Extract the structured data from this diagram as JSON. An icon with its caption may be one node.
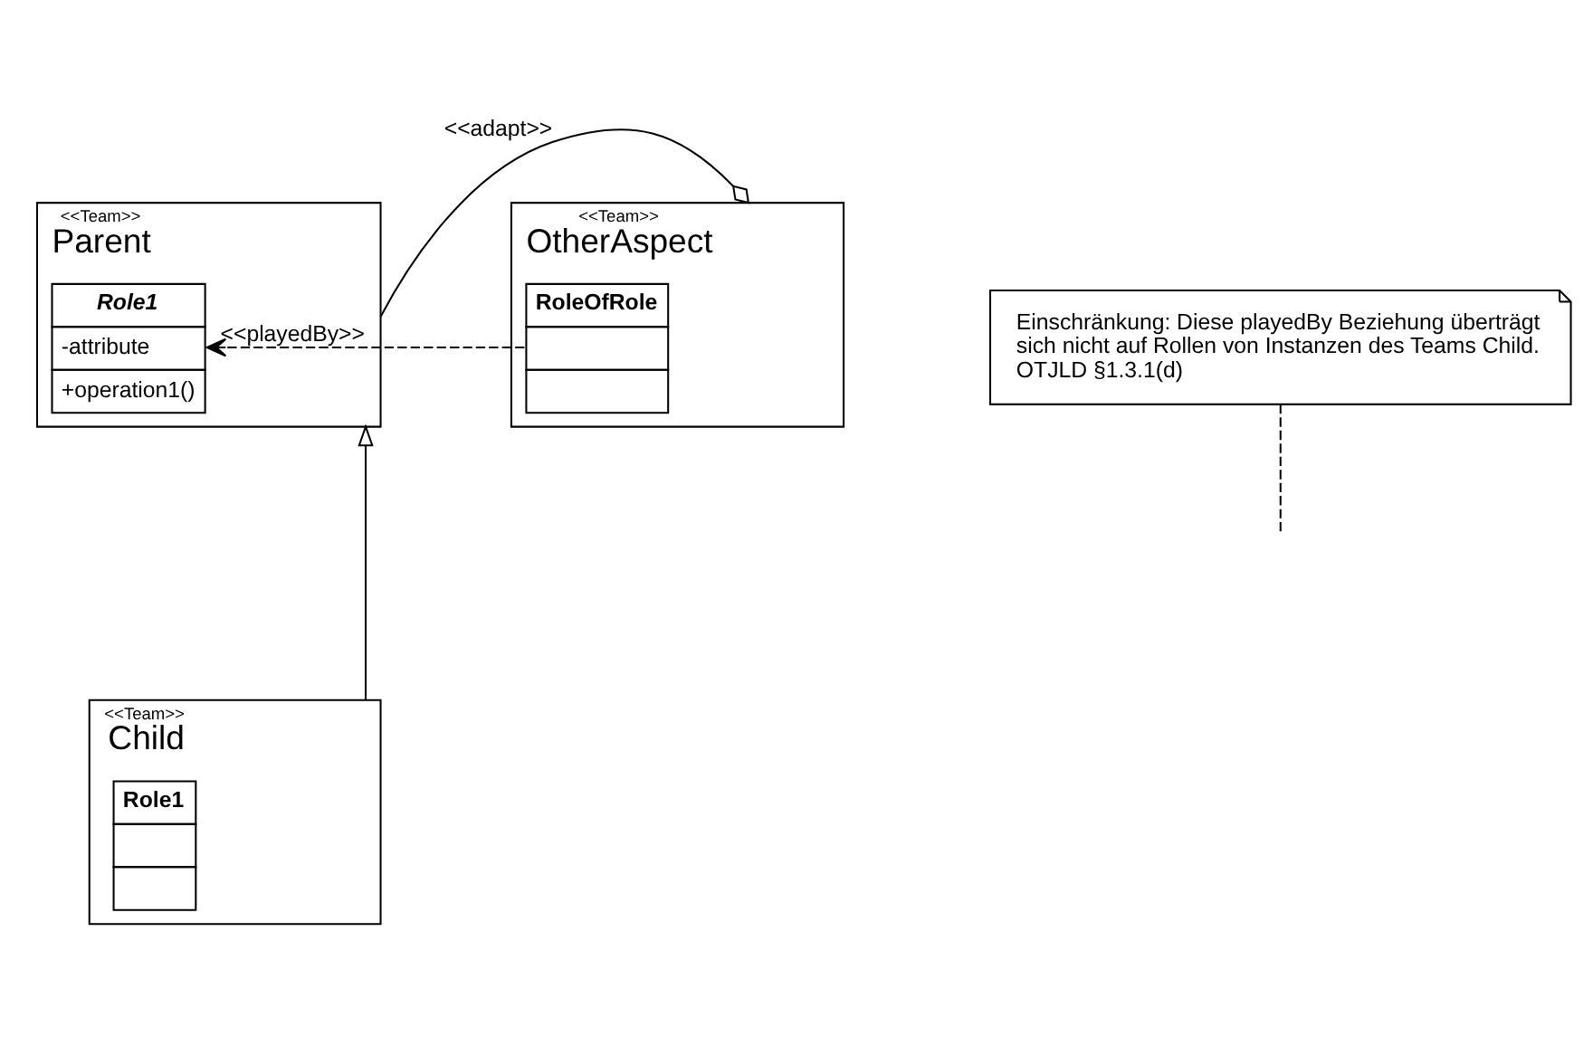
{
  "diagram": {
    "nodes": [
      {
        "text": [
          "<<Team>>",
          "Parent"
        ]
      },
      {
        "text": [
          "Role1",
          "-attribute",
          "+operation1()"
        ],
        "in": 0
      },
      {
        "text": [
          "<<Team>>",
          "OtherAspect"
        ]
      },
      {
        "text": [
          "RoleOfRole"
        ],
        "in": 2
      },
      {
        "text": [
          "<<Team>>",
          "Child"
        ]
      },
      {
        "text": [
          "Role1"
        ],
        "in": 4
      },
      {
        "text": [
          "Einschränkung: Diese playedBy Beziehung überträgt sich nicht auf Rollen von Instanzen des Teams Child. OTJLD §1.3.1(d)"
        ]
      }
    ],
    "edges": [
      {
        "from": 0,
        "to": 2,
        "arrow": "other",
        "label": "<<adapt>>"
      },
      {
        "from": 3,
        "to": 1,
        "arrow": "to",
        "style": "dashed",
        "label": "<<playedBy>>"
      },
      {
        "from": 4,
        "to": 0,
        "arrow": "to"
      },
      {
        "from": 6,
        "to": null,
        "arrow": "none",
        "style": "dashed"
      }
    ]
  }
}
